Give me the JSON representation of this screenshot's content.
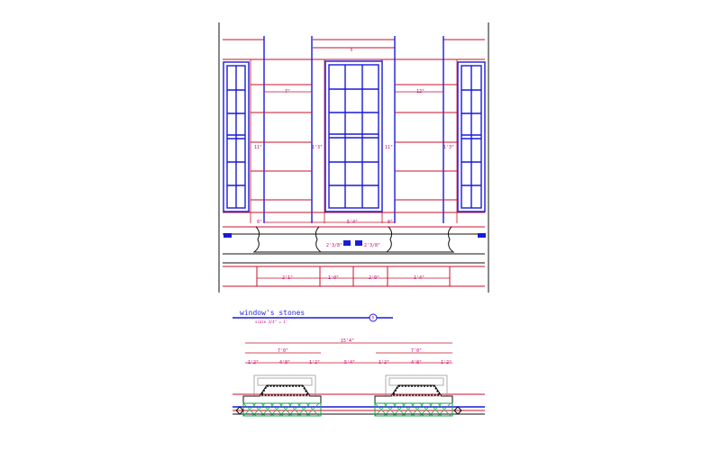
{
  "elevation": {
    "dimensions": [
      {
        "id": "pier-left-width",
        "text": "7\""
      },
      {
        "id": "pier-right-width",
        "text": "12\""
      },
      {
        "id": "mid-left-1",
        "text": "11\""
      },
      {
        "id": "mid-left-2",
        "text": "1'3\""
      },
      {
        "id": "mid-right-1",
        "text": "11\""
      },
      {
        "id": "mid-right-2",
        "text": "1'3\""
      },
      {
        "id": "base-left",
        "text": "8\""
      },
      {
        "id": "base-center",
        "text": "5'4\""
      },
      {
        "id": "base-right",
        "text": "8\""
      },
      {
        "id": "sill-left",
        "text": "2'3/8\""
      },
      {
        "id": "sill-right",
        "text": "2'3/8\""
      },
      {
        "id": "bottom-1",
        "text": "2'1\""
      },
      {
        "id": "bottom-2",
        "text": "1'0\""
      },
      {
        "id": "bottom-3",
        "text": "2'0\""
      },
      {
        "id": "bottom-4",
        "text": "1'4\""
      }
    ]
  },
  "caption": {
    "title": "window's stones",
    "scale": "scale 3/4\" = 1'",
    "marker": "8"
  },
  "plan": {
    "overall": "15'4\"",
    "left_group": "7'0\"",
    "right_group": "7'0\"",
    "segments": [
      "1'2\"",
      "4'8\"",
      "1'2\"",
      "5'4\"",
      "1'2\"",
      "4'8\"",
      "1'2\""
    ]
  },
  "colors": {
    "dimension_line": "#c8102e",
    "window_frame": "#1a1ad8",
    "dimension_text": "#cc0077",
    "hatch": "#18a64a"
  }
}
